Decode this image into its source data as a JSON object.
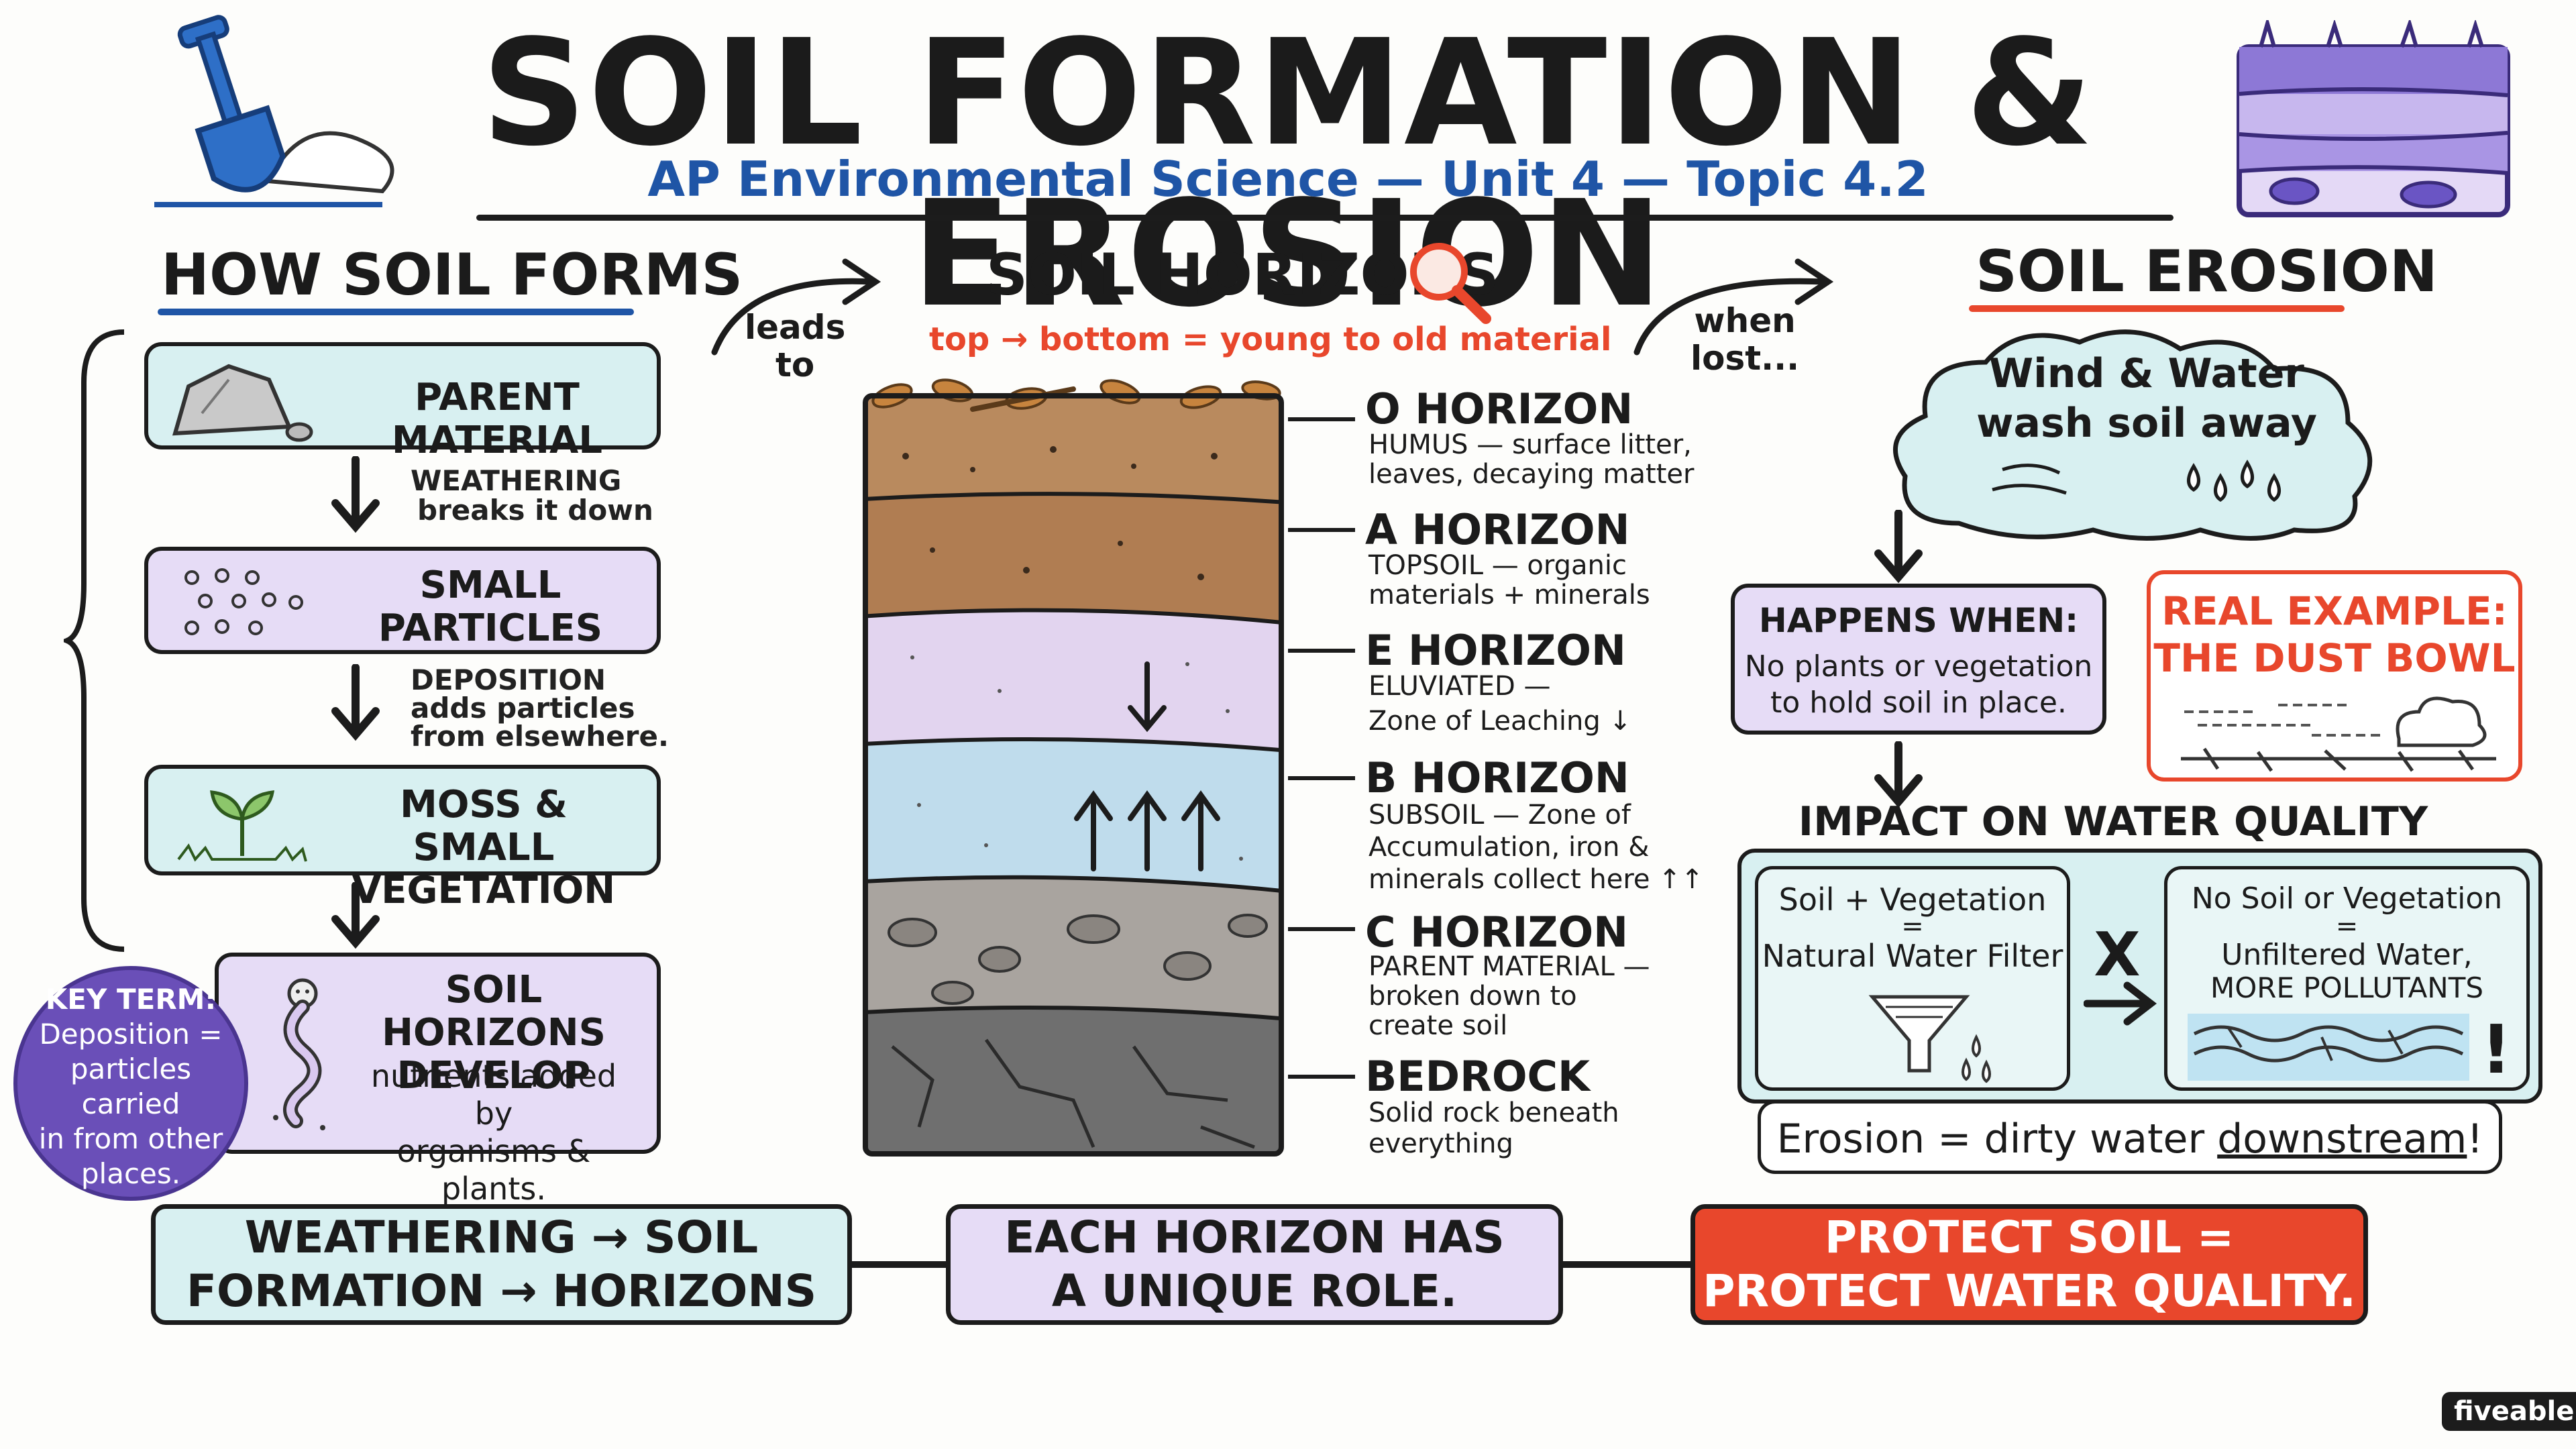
{
  "header": {
    "title": "SOIL FORMATION & EROSION",
    "subtitle": "AP Environmental Science — Unit 4 — Topic 4.2"
  },
  "forms": {
    "heading": "HOW SOIL FORMS",
    "steps": [
      {
        "label_1": "PARENT MATERIAL",
        "label_2": ""
      },
      {
        "label_1": "SMALL",
        "label_2": "PARTICLES"
      },
      {
        "label_1": "MOSS & SMALL",
        "label_2": "VEGETATION"
      },
      {
        "label_1": "SOIL HORIZONS",
        "label_2": "DEVELOP",
        "note_1": "nutrients added by",
        "note_2": "organisms & plants."
      }
    ],
    "arrow_notes": [
      {
        "line_1": "WEATHERING",
        "line_2": "breaks it down",
        "line_3": ""
      },
      {
        "line_1": "DEPOSITION",
        "line_2": "adds particles",
        "line_3": "from elsewhere."
      }
    ],
    "key_term": {
      "line_1": "KEY TERM:",
      "line_2": "Deposition =",
      "line_3": "particles carried",
      "line_4": "in from other",
      "line_5": "places."
    }
  },
  "connectors": {
    "leads_1": "leads",
    "leads_2": "to",
    "when_1": "when",
    "when_2": "lost..."
  },
  "horizons": {
    "heading": "SOIL HORIZONS",
    "note": "top → bottom = young to old material",
    "layers": [
      {
        "name": "O HORIZON",
        "desc_1": "HUMUS — surface litter,",
        "desc_2": "leaves, decaying matter",
        "desc_3": "",
        "color": "#b98a5e"
      },
      {
        "name": "A HORIZON",
        "desc_1": "TOPSOIL — organic",
        "desc_2": "materials + minerals",
        "desc_3": "",
        "color": "#b07d52"
      },
      {
        "name": "E HORIZON",
        "desc_1": "ELUVIATED —",
        "desc_2": "Zone of Leaching ↓",
        "desc_3": "",
        "color": "#e2d4ef"
      },
      {
        "name": "B HORIZON",
        "desc_1": "SUBSOIL — Zone of",
        "desc_2": "Accumulation, iron &",
        "desc_3": "minerals collect here ↑↑",
        "color": "#bfdcec"
      },
      {
        "name": "C HORIZON",
        "desc_1": "PARENT MATERIAL —",
        "desc_2": "broken down to",
        "desc_3": "create soil",
        "color": "#a9a49f"
      },
      {
        "name": "BEDROCK",
        "desc_1": "Solid rock beneath",
        "desc_2": "everything",
        "desc_3": "",
        "color": "#6f6f6f"
      }
    ]
  },
  "erosion": {
    "heading": "SOIL EROSION",
    "cloud_1": "Wind & Water",
    "cloud_2": "wash soil away",
    "happens_title": "HAPPENS WHEN:",
    "happens_1": "No plants or vegetation",
    "happens_2": "to hold soil in place.",
    "example_1": "REAL EXAMPLE:",
    "example_2": "THE DUST BOWL",
    "impact_heading": "IMPACT ON WATER QUALITY",
    "left_1": "Soil + Vegetation",
    "left_eq": "=",
    "left_2": "Natural Water Filter",
    "x_mark": "X",
    "right_1": "No Soil or Vegetation",
    "right_eq": "=",
    "right_2": "Unfiltered Water,",
    "right_3": "MORE POLLUTANTS",
    "exclaim": "!",
    "summary_1": "Erosion = dirty water ",
    "summary_2": "downstream",
    "summary_3": "!"
  },
  "bottom": {
    "b1_1": "WEATHERING → SOIL",
    "b1_2": "FORMATION → HORIZONS",
    "b2_1": "EACH HORIZON HAS",
    "b2_2": "A UNIQUE ROLE.",
    "b3_1": "PROTECT SOIL =",
    "b3_2": "PROTECT WATER QUALITY."
  },
  "brand": "fiveable",
  "colors": {
    "teal": "#d8f0f1",
    "lavender": "#e6dcf6",
    "red": "#e8472c",
    "blue": "#1f55a6",
    "purple": "#6a4fb8"
  }
}
